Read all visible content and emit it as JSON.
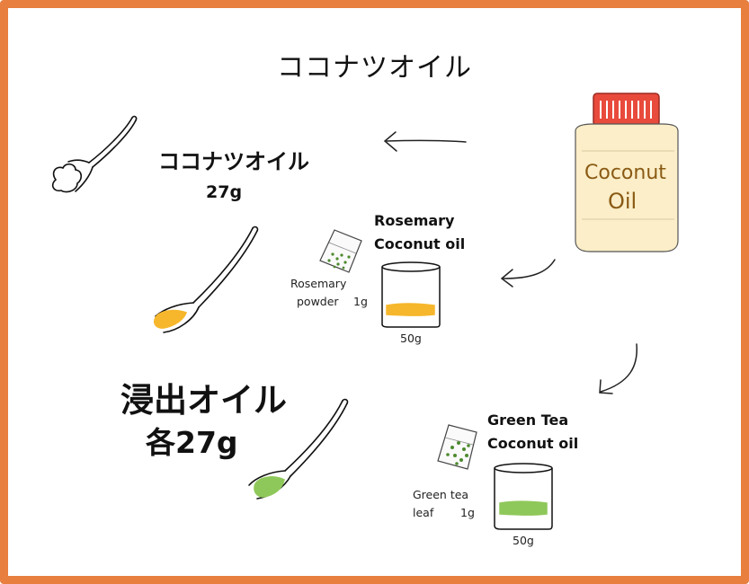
{
  "title": "ココナツオイル",
  "coconut_section": {
    "heading": "ココナツオイル",
    "amount": "27g"
  },
  "jar": {
    "label_line1": "Coconut",
    "label_line2": "Oil"
  },
  "rosemary": {
    "title_line1": "Rosemary",
    "title_line2": "Coconut oil",
    "ingredient_line1": "Rosemary",
    "ingredient_line2": "powder",
    "ingredient_amount": "1g",
    "oil_amount": "50g"
  },
  "green_tea": {
    "title_line1": "Green Tea",
    "title_line2": "Coconut oil",
    "ingredient_line1": "Green tea",
    "ingredient_line2": "leaf",
    "ingredient_amount": "1g",
    "oil_amount": "50g"
  },
  "infused_section": {
    "heading": "浸出オイル",
    "amount": "各27g"
  },
  "colors": {
    "frame": "#e87f3e",
    "jar_cap": "#e84a3c",
    "jar_body": "#fbeec8",
    "rosemary_oil": "#f6b72c",
    "green_tea_oil": "#8fc85a",
    "herb": "#4c8a2e"
  }
}
